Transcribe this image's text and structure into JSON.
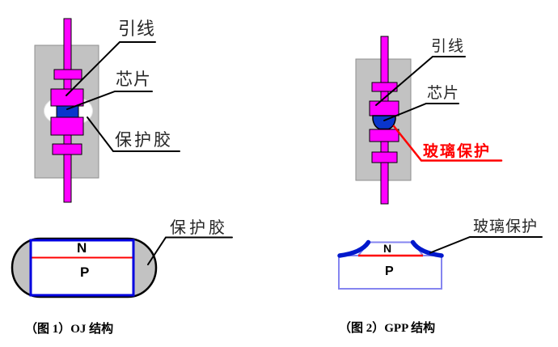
{
  "colors": {
    "lead_magenta": "#ff00ff",
    "chip_blue": "#0a35cc",
    "body_gray": "#c2c2c2",
    "junction_red": "#ff0000",
    "glue_outline_blue": "#0000e0",
    "mesa_outline_blue": "#8585f0",
    "glass_blue": "#0018cc",
    "leader_black": "#000000"
  },
  "fig1": {
    "labels": {
      "lead": "引线",
      "chip": "芯片",
      "glue": "保护胶"
    },
    "xsec": {
      "glue": "保护胶",
      "n": "N",
      "p": "P"
    },
    "caption": "（图 1）OJ 结构"
  },
  "fig2": {
    "labels": {
      "lead": "引线",
      "chip": "芯片",
      "glass": "玻璃保护"
    },
    "xsec": {
      "glass": "玻璃保护",
      "n": "N",
      "p": "P"
    },
    "caption": "（图 2）GPP 结构"
  }
}
